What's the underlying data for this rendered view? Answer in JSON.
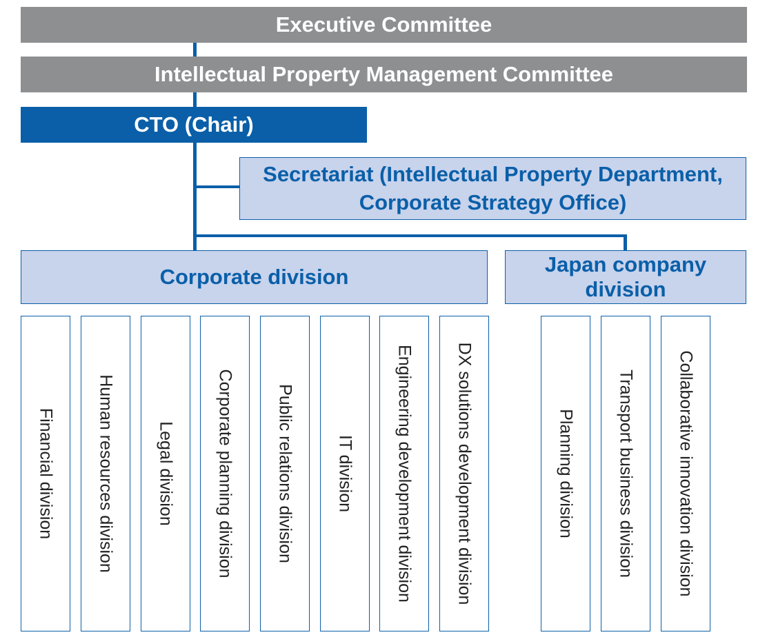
{
  "executive_committee": "Executive Committee",
  "ip_committee": "Intellectual Property Management Committee",
  "cto": "CTO (Chair)",
  "secretariat": {
    "line1": "Secretariat (Intellectual Property Department,",
    "line2": "Corporate Strategy Office)"
  },
  "corporate_division": "Corporate division",
  "japan_company": {
    "line1": "Japan company",
    "line2": "division"
  },
  "corporate_subdivisions": [
    "Financial division",
    "Human resources division",
    "Legal division",
    "Corporate planning division",
    "Public relations division",
    "IT division",
    "Engineering development division",
    "DX solutions development division"
  ],
  "japan_subdivisions": [
    "Planning division",
    "Transport business division",
    "Collaborative innovation division"
  ],
  "colors": {
    "gray": "#8e8f91",
    "blue": "#0a5fa8",
    "light_blue": "#c8d3ec"
  }
}
